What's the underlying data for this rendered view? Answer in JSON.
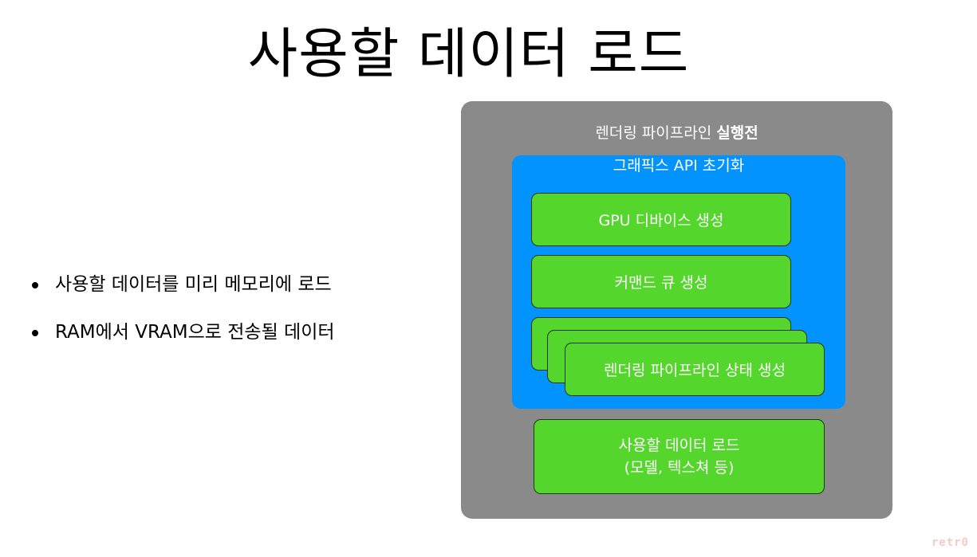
{
  "title": "사용할 데이터 로드",
  "bullets": [
    "사용할 데이터를 미리 메모리에 로드",
    "RAM에서 VRAM으로 전송될 데이터"
  ],
  "diagram": {
    "outer_label_prefix": "렌더링 파이프라인 ",
    "outer_label_bold": "실행전",
    "blue_label": "그래픽스 API 초기화",
    "gpu_device": "GPU 디바이스 생성",
    "command_queue": "커맨드 큐 생성",
    "pipeline_state": "렌더링 파이프라인 상태 생성",
    "data_load_line1": "사용할 데이터 로드",
    "data_load_line2": "(모델, 텍스쳐 등)"
  },
  "watermark": "retr0",
  "colors": {
    "outer": "#8a8a8a",
    "blue": "#0393ff",
    "green": "#54d62c"
  }
}
